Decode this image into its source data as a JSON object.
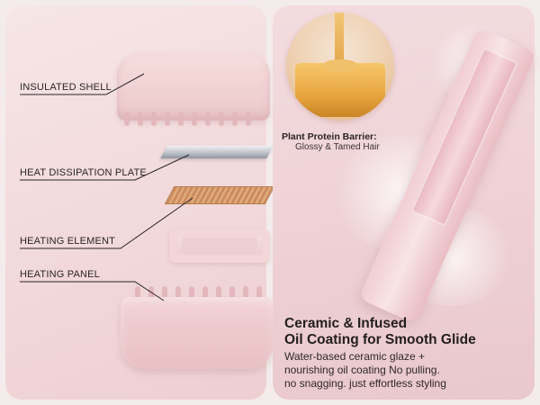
{
  "left": {
    "labels": {
      "insulated_shell": "INSULATED SHELL",
      "heat_dissipation_plate": "HEAT DISSIPATION PLATE",
      "heating_element": "HEATING ELEMENT",
      "heating_panel": "HEATING PANEL"
    }
  },
  "right": {
    "protein_title": "Plant Protein Barrier:",
    "protein_sub": "Glossy & Tamed Hair",
    "headline_line1": "Ceramic & Infused",
    "headline_line2": "Oil Coating for Smooth Glide",
    "body_line1": "Water-based ceramic glaze +",
    "body_line2": "nourishing oil coating No pulling.",
    "body_line3": "no snagging. just effortless styling"
  },
  "colors": {
    "background": "#f4ecec",
    "left_panel": "#f2d9db",
    "right_panel": "#efd2d6",
    "text": "#231e20",
    "heating_element": "#c98a5c",
    "oil": "#e8a53f"
  },
  "icons": {
    "oil_image": "oil-drip-icon",
    "water_splash": "water-splash-icon"
  }
}
